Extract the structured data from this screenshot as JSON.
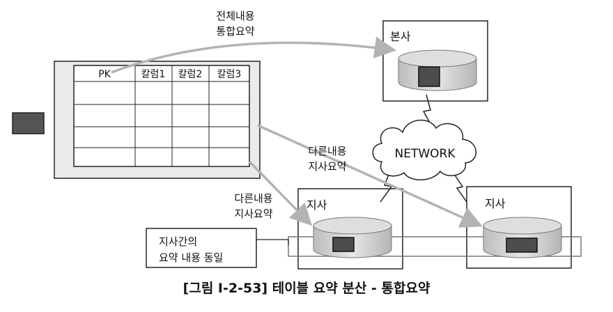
{
  "table": {
    "headers": [
      "PK",
      "칼럼1",
      "칼럼2",
      "칼럼3"
    ],
    "rows": [
      [
        "",
        "",
        "",
        ""
      ],
      [
        "",
        "",
        "",
        ""
      ],
      [
        "",
        "",
        "",
        ""
      ],
      [
        "",
        "",
        "",
        ""
      ]
    ]
  },
  "sites": {
    "hq": "본사",
    "branch1": "지사",
    "branch2": "지사"
  },
  "network": "NETWORK",
  "arrows": {
    "to_hq": [
      "전체내용",
      "통합요약"
    ],
    "to_branch2": [
      "다른내용",
      "지사요약"
    ],
    "to_branch1": [
      "다른내용",
      "지사요약"
    ]
  },
  "note": [
    "지사간의",
    "요약 내용 동일"
  ],
  "caption": "[그림 Ⅰ-2-53] 테이블 요약 분산 - 통합요약",
  "colors": {
    "table_bg": "#ebebeb",
    "disk_top": "#d9d9d9",
    "disk_body": "#c8c8c8",
    "chip": "#4d4d4d",
    "arrow": "#b3b3b3"
  }
}
